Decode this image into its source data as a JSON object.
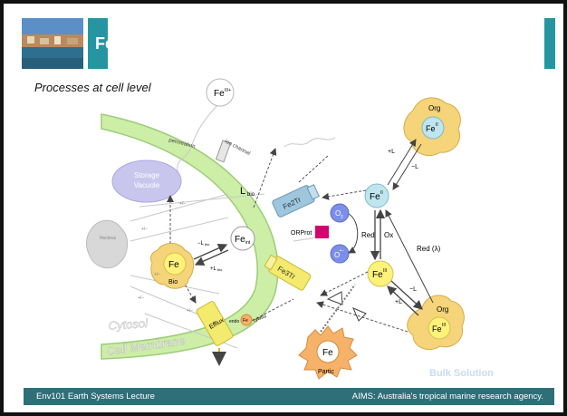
{
  "slide": {
    "title_fragment": "Fe",
    "subtitle": "Processes at cell level",
    "footer_left": "Env101 Earth Systems Lecture",
    "footer_right": "AIMS: Australia's tropical marine research agency."
  },
  "diagram": {
    "fe_top": "Fe",
    "fe_top_sup": "II/+",
    "permeation": "permeation",
    "ion_channel": "ion channel",
    "storage": [
      "Storage",
      "Vacuole"
    ],
    "nucleus": "Nucleus",
    "l_bio_top": "L",
    "l_bio_sub": "bio",
    "fe2tr": "Fe2Tr",
    "orprot": "ORProt",
    "o2": "O",
    "o2_sub": "2",
    "o2_radical": "O",
    "o2_radical_sup": "•−",
    "red": "Red",
    "ox": "Ox",
    "fe_bio": "Fe",
    "bio": "Bio",
    "minus_lbio": "−L",
    "plus_lbio": "+L",
    "lbio_sub": "bio",
    "fe_int": "Fe",
    "fe_int_sub": "int",
    "fe3tr": "Fe3Tr",
    "efflux": "Efflux",
    "endocytosis_left": "endo",
    "endocytosis_right": "cytosis",
    "endo_fe": "Fe",
    "cytosol": "Cytosol",
    "cell_membrane": "Cell Membrane",
    "org_top": "Org",
    "fe_ii": "Fe",
    "fe_ii_sup": "II",
    "fe_iii": "Fe",
    "fe_iii_sup": "III",
    "plus_l": "+L",
    "minus_l": "−L",
    "red_lambda": "Red (λ)",
    "org_bottom": "Org",
    "fe_partic": "Fe",
    "partic": "Partic",
    "bulk_solution": "Bulk Solution",
    "plus_minus": "+/−"
  },
  "colors": {
    "teal": "#2596a1",
    "membrane": "#cdeea7",
    "membrane_stroke": "#9ccd77",
    "fe_yellow": "#fff27a",
    "fe_teal": "#bfe6ee",
    "org": "#f5d47a",
    "partic": "#f7b26a",
    "transporter_blue": "#9ec6dc",
    "transporter_yellow": "#f3ea6e",
    "orprot": "#d6006f",
    "o2": "#7b8ee8",
    "storage": "#c9c6ee"
  }
}
